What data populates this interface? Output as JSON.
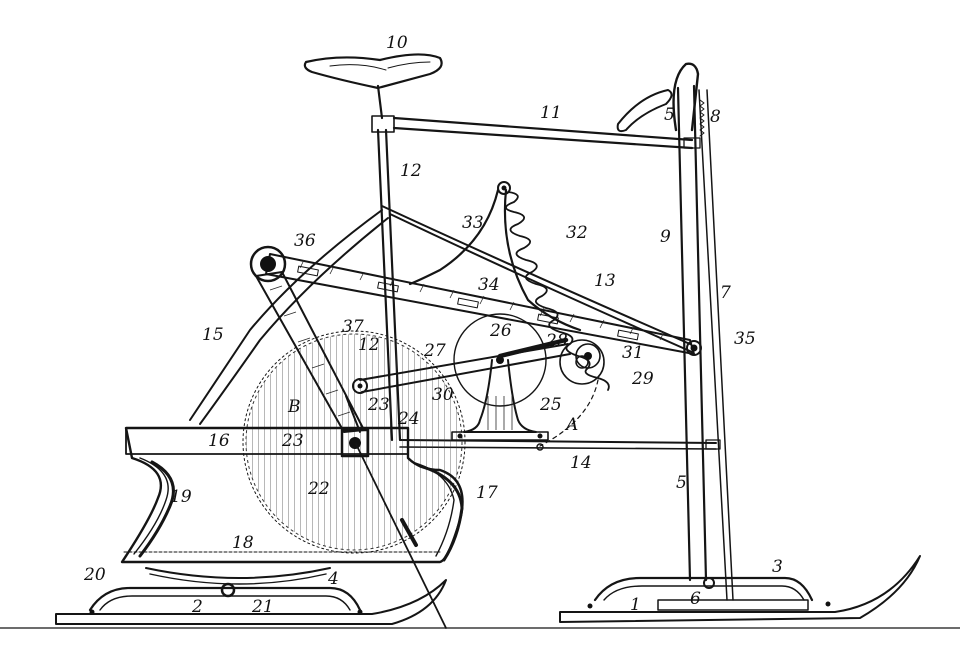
{
  "labels": {
    "l1": "1",
    "l2": "2",
    "l3": "3",
    "l4": "4",
    "l5a": "5",
    "l5b": "5",
    "l6": "6",
    "l7": "7",
    "l8": "8",
    "l9": "9",
    "l10": "10",
    "l11": "11",
    "l12a": "12",
    "l12b": "12",
    "l13": "13",
    "l14": "14",
    "l15": "15",
    "l16": "16",
    "l17": "17",
    "l18": "18",
    "l19": "19",
    "l20": "20",
    "l21": "21",
    "l22": "22",
    "l23a": "23",
    "l23b": "23",
    "l24": "24",
    "l25": "25",
    "l26": "26",
    "l27": "27",
    "l28": "28",
    "l29": "29",
    "l30": "30",
    "l31": "31",
    "l32": "32",
    "l33": "33",
    "l34": "34",
    "l35": "35",
    "l36": "36",
    "l37": "37",
    "lA": "A",
    "lB": "B"
  }
}
